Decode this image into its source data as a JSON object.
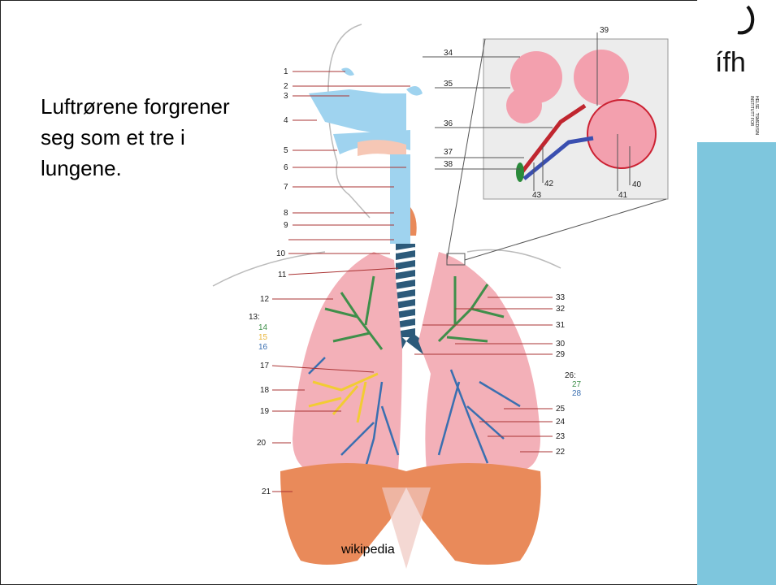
{
  "slide": {
    "title": "Luftrørene forgrener seg som et tre i lungene.",
    "credit": "wikipedia"
  },
  "logo": {
    "mark": "ífh",
    "line1": "INSTITUTT FOR",
    "line2": "HELSE · TSMEDISIN"
  },
  "labels_left": [
    "1",
    "2",
    "3",
    "4",
    "5",
    "6",
    "7",
    "8",
    "9",
    "10",
    "11",
    "12",
    "13:",
    "14",
    "15",
    "16",
    "17",
    "18",
    "19",
    "20",
    "21"
  ],
  "labels_right": [
    "22",
    "23",
    "24",
    "25",
    "26:",
    "27",
    "28",
    "29",
    "30",
    "31",
    "32",
    "33"
  ],
  "labels_inset": [
    "34",
    "35",
    "36",
    "37",
    "38",
    "39",
    "40",
    "41",
    "42",
    "43"
  ],
  "colors": {
    "sidebar": "#7ec6dd",
    "airway": "#9fd3ef",
    "lung": "#f3b0b8",
    "diaphragm": "#e98a5a",
    "bronchi_green": "#3f8f4a",
    "bronchi_yellow": "#f2cc33",
    "bronchi_blue": "#3a6fb0"
  }
}
